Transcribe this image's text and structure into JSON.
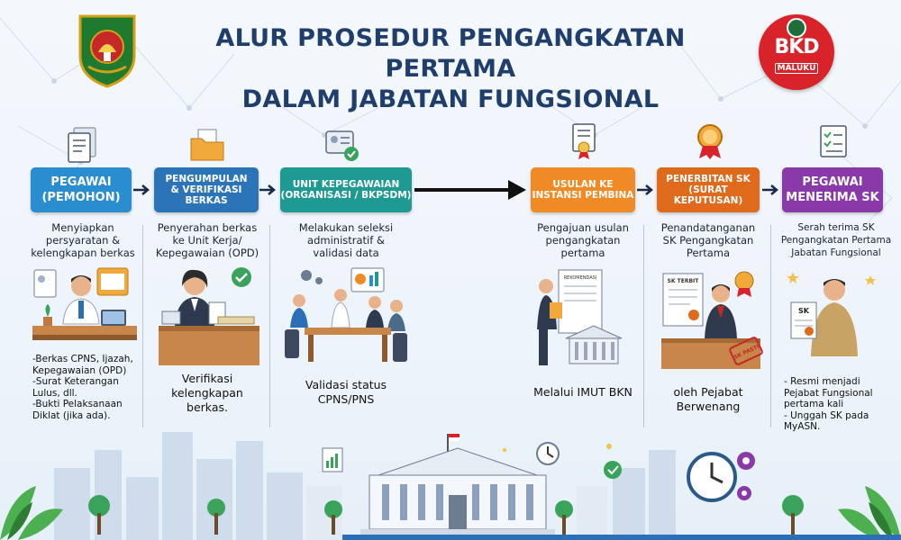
{
  "title": {
    "line1": "ALUR PROSEDUR PENGANGKATAN PERTAMA",
    "line2": "DALAM JABATAN FUNGSIONAL"
  },
  "logo_right": {
    "text": "BKD",
    "sub": "MALUKU"
  },
  "colors": {
    "title": "#1f3e6b",
    "step1": "#2a8dd0",
    "step2": "#2b74b8",
    "step3": "#1f9a93",
    "step4": "#ef8a24",
    "step5": "#e06a1c",
    "step6": "#8a3aa8"
  },
  "steps": [
    {
      "id": "pegawai",
      "header": [
        "PEGAWAI",
        "(PEMOHON)"
      ],
      "icon": "document-icon",
      "desc": [
        "Menyiapkan",
        "persyaratan &",
        "kelengkapan berkas"
      ],
      "notes": [
        "-Berkas CPNS, Ijazah,",
        "Kepegawaian (OPD)",
        "-Surat Keterangan",
        "Lulus, dll.",
        "-Bukti Pelaksanaan",
        "Diklat (jika ada)."
      ]
    },
    {
      "id": "pengumpulan",
      "header": [
        "PENGUMPULAN",
        "& VERIFIKASI",
        "BERKAS"
      ],
      "icon": "folder-icon",
      "desc": [
        "Penyerahan berkas",
        "ke Unit Kerja/",
        "Kepegawaian (OPD)"
      ],
      "result": [
        "Verifikasi",
        "kelengkapan",
        "berkas."
      ]
    },
    {
      "id": "unit",
      "header": [
        "UNIT KEPEGAWAIAN",
        "(ORGANISASI / BKPSDM)"
      ],
      "icon": "id-card-check-icon",
      "desc": [
        "Melakukan seleksi",
        "administratif &",
        "validasi data"
      ],
      "result": [
        "Validasi status",
        "CPNS/PNS"
      ]
    },
    {
      "id": "usulan",
      "header": [
        "USULAN KE",
        "INSTANSI PEMBINA"
      ],
      "icon": "certificate-icon",
      "desc": [
        "Pengajuan usulan",
        "pengangkatan",
        "pertama"
      ],
      "result": [
        "Melalui IMUT BKN"
      ],
      "paper_label": "REKOMENDASI"
    },
    {
      "id": "penerbitan",
      "header": [
        "PENERBITAN SK",
        "(SURAT KEPUTUSAN)"
      ],
      "icon": "award-badge-icon",
      "desc": [
        "Penandatanganan",
        "SK Pengangkatan",
        "Pertama"
      ],
      "result": [
        "oleh Pejabat",
        "Berwenang"
      ],
      "paper_label": "SK TERBIT",
      "stamp_label": "SK PASTI"
    },
    {
      "id": "menerima",
      "header": [
        "PEGAWAI",
        "MENERIMA SK"
      ],
      "icon": "checklist-icon",
      "desc": [
        "Serah terima SK",
        "Pengangkatan Pertama",
        "Jabatan Fungsional"
      ],
      "notes": [
        "- Resmi menjadi",
        "Pejabat Fungsional",
        "pertama kali",
        "- Unggah SK pada",
        "MyASN."
      ],
      "sk_label": "SK"
    }
  ]
}
